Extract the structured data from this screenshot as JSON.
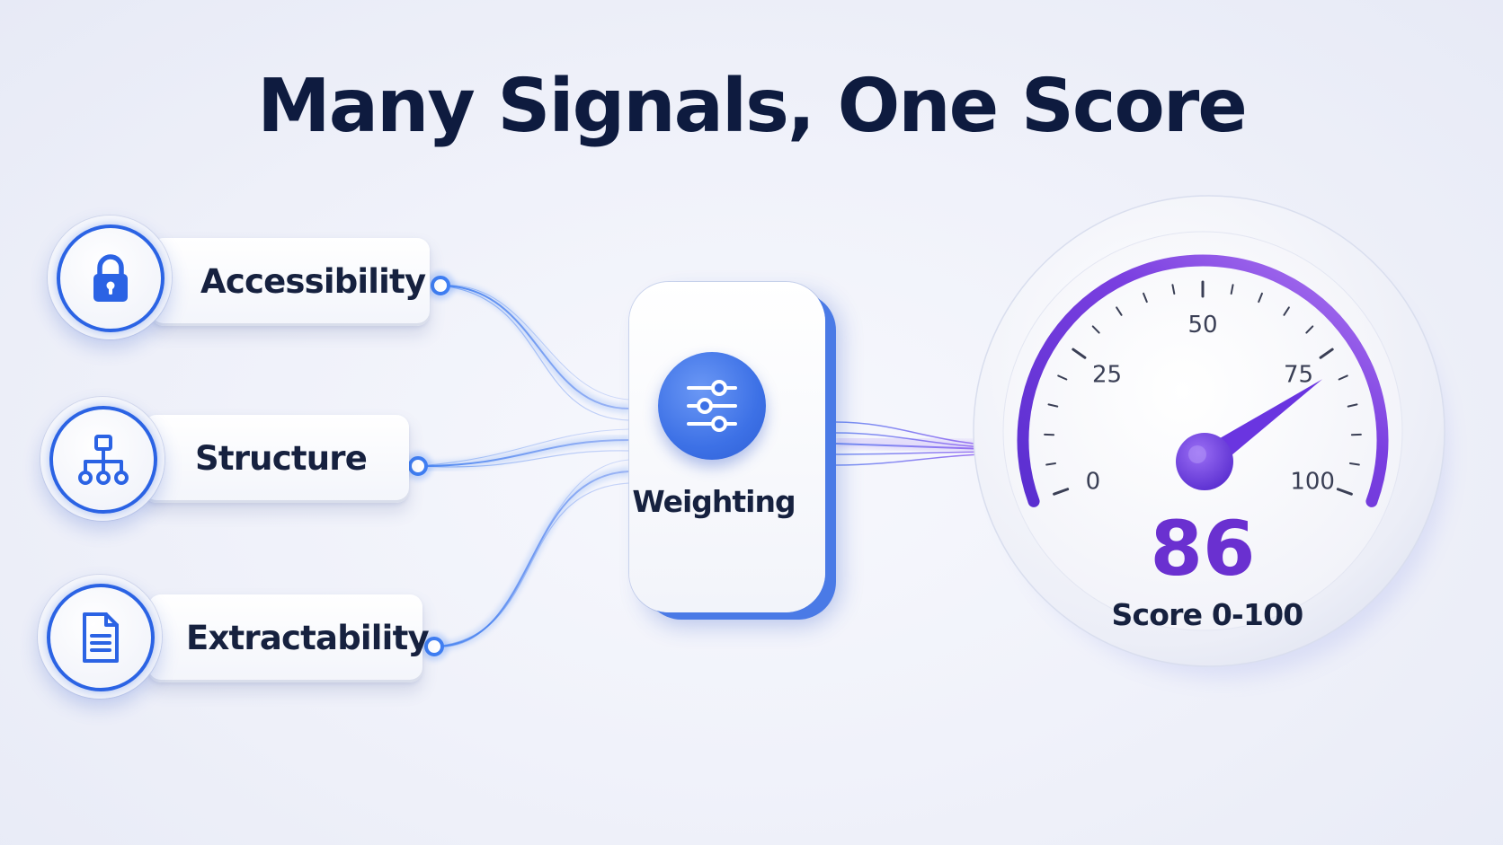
{
  "title": "Many Signals, One Score",
  "signals": [
    {
      "label": "Accessibility",
      "icon": "lock-icon"
    },
    {
      "label": "Structure",
      "icon": "sitemap-icon"
    },
    {
      "label": "Extractability",
      "icon": "document-icon"
    }
  ],
  "weighting": {
    "label": "Weighting",
    "icon": "sliders-icon"
  },
  "gauge": {
    "score": "86",
    "score_value": 86,
    "caption": "Score 0-100",
    "tick_labels": [
      "0",
      "25",
      "50",
      "75",
      "100"
    ],
    "range": [
      0,
      100
    ],
    "needle_value": 75
  },
  "colors": {
    "title": "#0e1b3f",
    "accent_blue": "#2b63e4",
    "accent_purple": "#7a3fe0",
    "score_purple": "#6a30d0"
  }
}
